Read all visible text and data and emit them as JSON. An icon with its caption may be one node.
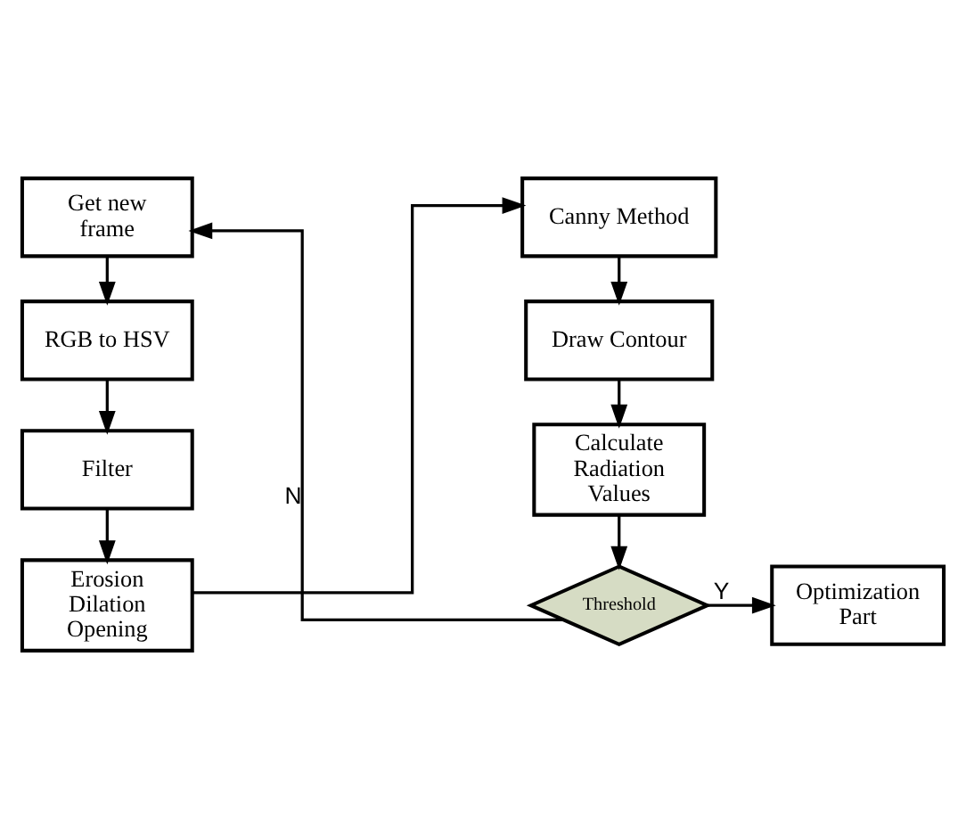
{
  "diagram": {
    "nodes": [
      {
        "text": [
          "Get new frame"
        ]
      },
      {
        "text": [
          "RGB to HSV"
        ]
      },
      {
        "text": [
          "Filter"
        ]
      },
      {
        "text": [
          "Erosion Dilation Opening"
        ]
      },
      {
        "text": [
          "Canny Method"
        ]
      },
      {
        "text": [
          "Draw Contour"
        ]
      },
      {
        "text": [
          "Calculate Radiation Values"
        ]
      },
      {
        "text": [
          "Threshold"
        ]
      },
      {
        "text": [
          "Optimization Part"
        ]
      }
    ],
    "edges": [
      {
        "from": 0,
        "to": 1,
        "arrow": "to"
      },
      {
        "from": 1,
        "to": 2,
        "arrow": "to"
      },
      {
        "from": 2,
        "to": 3,
        "arrow": "to"
      },
      {
        "from": 3,
        "to": 4,
        "arrow": "to"
      },
      {
        "from": 4,
        "to": 5,
        "arrow": "to"
      },
      {
        "from": 5,
        "to": 6,
        "arrow": "to"
      },
      {
        "from": 6,
        "to": 7,
        "arrow": "to"
      },
      {
        "from": 7,
        "to": 8,
        "arrow": "to",
        "label": "Y"
      },
      {
        "from": 7,
        "to": 0,
        "arrow": "to",
        "label": "N"
      }
    ]
  }
}
